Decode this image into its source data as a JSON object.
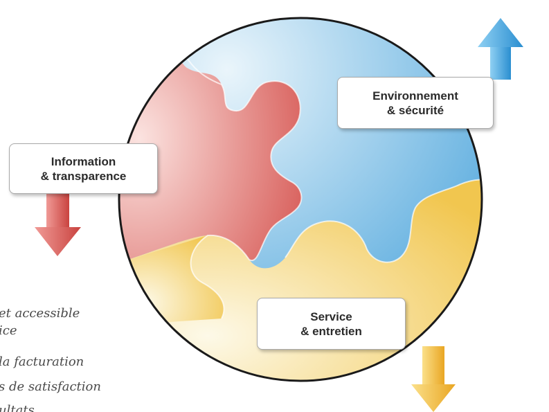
{
  "labels": {
    "environnement": {
      "line1": "Environnement",
      "line2": "& sécurité"
    },
    "information": {
      "line1": "Information",
      "line2": "& transparence"
    },
    "service": {
      "line1": "Service",
      "line2": "& entretien"
    }
  },
  "side_list": [
    "et accessible",
    "ice",
    "la facturation",
    "s de satisfaction",
    "ultats"
  ],
  "colors": {
    "red": "#d9625e",
    "blue": "#5ab0e3",
    "yellow": "#f3cf68",
    "circle_outline": "#1a1a1a"
  },
  "icons": [
    "puzzle-piece-red",
    "puzzle-piece-blue",
    "puzzle-piece-yellow",
    "arrow-up-icon",
    "arrow-down-icon"
  ]
}
